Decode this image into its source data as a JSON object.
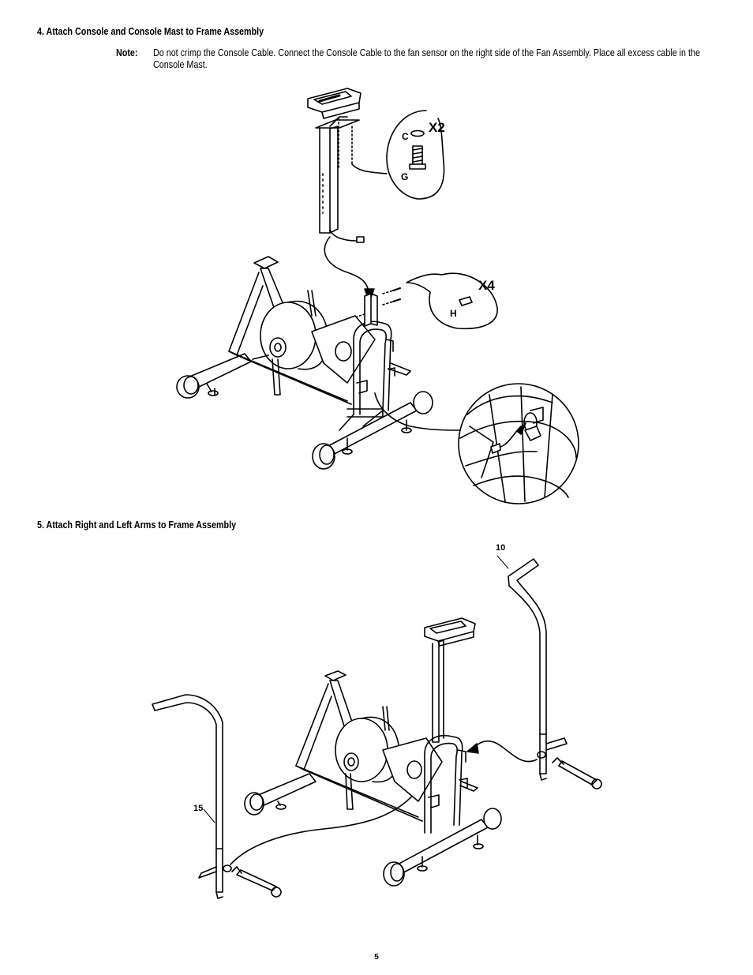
{
  "step4": {
    "title": "4. Attach Console and Console Mast to Frame Assembly",
    "note_label": "Note:",
    "note_text": "Do not crimp the Console Cable. Connect the Console Cable to the fan sensor on the right side of the Fan Assembly. Place all excess cable in the Console Mast.",
    "callout_hardware_1": {
      "qty": "X2",
      "part_a": "C",
      "part_b": "G"
    },
    "callout_hardware_2": {
      "qty": "X4",
      "part": "H"
    }
  },
  "step5": {
    "title": "5. Attach Right and Left Arms to Frame Assembly",
    "part_right_arm": "10",
    "part_left_arm": "15"
  },
  "page_number": "5"
}
